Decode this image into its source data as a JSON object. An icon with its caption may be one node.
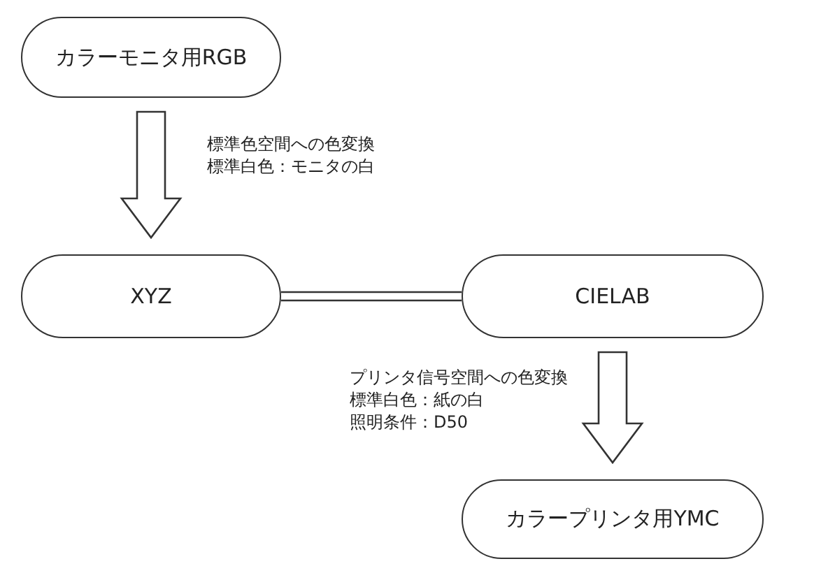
{
  "diagram": {
    "nodes": [
      {
        "text": [
          "カラーモニタ用RGB"
        ]
      },
      {
        "text": [
          "XYZ"
        ]
      },
      {
        "text": [
          "CIELAB"
        ]
      },
      {
        "text": [
          "カラープリンタ用YMC"
        ]
      }
    ],
    "edges": [
      {
        "from": 0,
        "to": 1,
        "arrow": "to"
      },
      {
        "from": 1,
        "to": 2,
        "arrow": "none"
      },
      {
        "from": 2,
        "to": 3,
        "arrow": "to"
      }
    ],
    "labels": [
      "標準色空間への色変換",
      "標準白色：モニタの白",
      "プリンタ信号空間への色変換",
      "標準白色：紙の白",
      "照明条件：D50"
    ]
  }
}
